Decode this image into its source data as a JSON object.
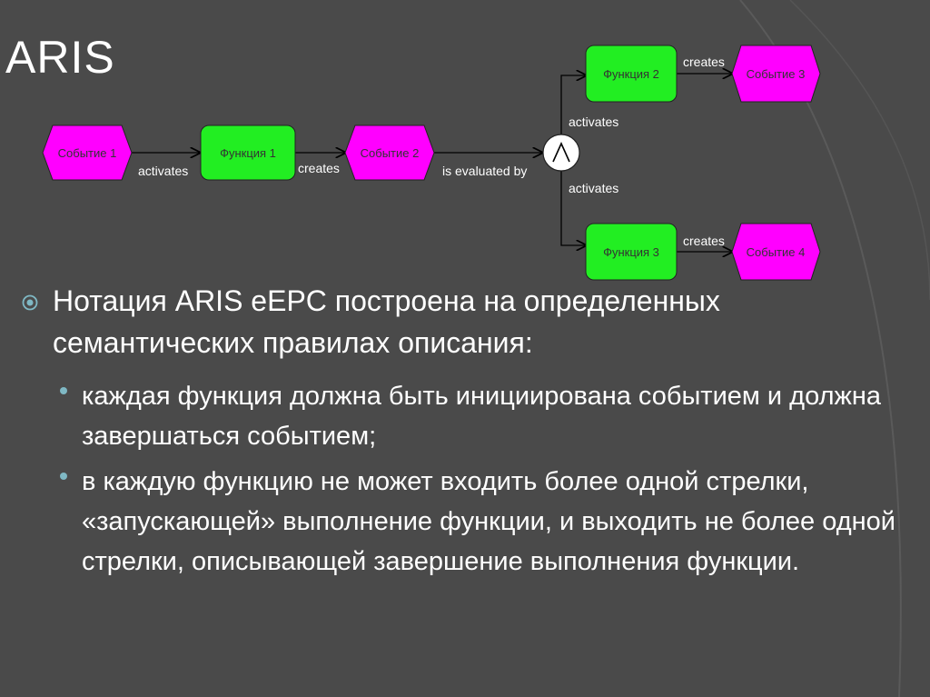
{
  "slide": {
    "title": "ARIS"
  },
  "diagram": {
    "nodes": {
      "event1": {
        "label": "Событие 1",
        "kind": "event"
      },
      "function1": {
        "label": "Функция 1",
        "kind": "function"
      },
      "event2": {
        "label": "Событие 2",
        "kind": "event"
      },
      "and_connector": {
        "label": "^",
        "kind": "connector"
      },
      "function2": {
        "label": "Функция 2",
        "kind": "function"
      },
      "event3": {
        "label": "Событие 3",
        "kind": "event"
      },
      "function3": {
        "label": "Функция 3",
        "kind": "function"
      },
      "event4": {
        "label": "Событие 4",
        "kind": "event"
      }
    },
    "edges": {
      "e1_f1": "activates",
      "f1_e2": "creates",
      "e2_and": "is evaluated by",
      "and_f2": "activates",
      "and_f3": "activates",
      "f2_e3": "creates",
      "f3_e4": "creates"
    },
    "colors": {
      "event": "#ff00ff",
      "function": "#22ee22",
      "connector": "#ffffff",
      "line": "#000000"
    }
  },
  "content": {
    "main_point": "Нотация ARIS eEPC построена на определенных семантических правилах описания:",
    "sub_points": [
      "каждая функция должна быть инициирована событием и должна завершаться событием;",
      "в каждую функцию не может входить более одной стрелки, «запускающей» выполнение функции, и выходить не более одной стрелки, описывающей завершение выполнения функции."
    ],
    "bullet_icon": "target-circle-icon",
    "sub_bullet_icon": "dot-icon"
  }
}
